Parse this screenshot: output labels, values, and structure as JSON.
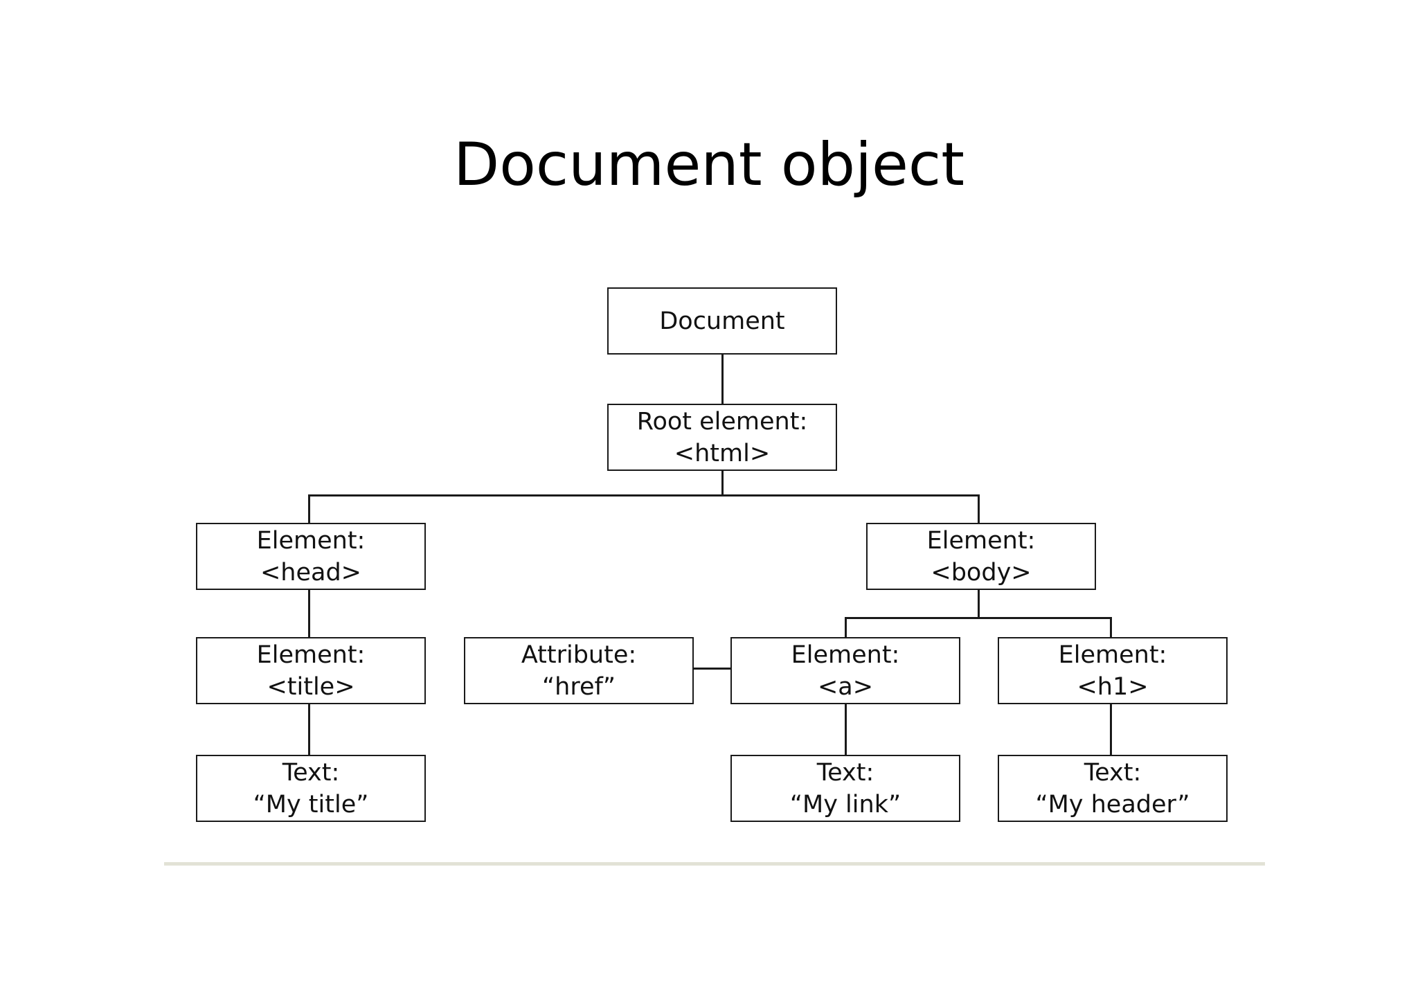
{
  "slide": {
    "title": "Document object"
  },
  "diagram": {
    "nodes": {
      "document": {
        "line1": "Document"
      },
      "root": {
        "line1": "Root element:",
        "line2": "<html>"
      },
      "head": {
        "line1": "Element:",
        "line2": "<head>"
      },
      "body": {
        "line1": "Element:",
        "line2": "<body>"
      },
      "title": {
        "line1": "Element:",
        "line2": "<title>"
      },
      "attribute": {
        "line1": "Attribute:",
        "line2": "“href”"
      },
      "a": {
        "line1": "Element:",
        "line2": "<a>"
      },
      "h1": {
        "line1": "Element:",
        "line2": "<h1>"
      },
      "text_title": {
        "line1": "Text:",
        "line2": "“My title”"
      },
      "text_link": {
        "line1": "Text:",
        "line2": "“My link”"
      },
      "text_header": {
        "line1": "Text:",
        "line2": "“My header”"
      }
    },
    "edges": [
      [
        "document",
        "root"
      ],
      [
        "root",
        "head"
      ],
      [
        "root",
        "body"
      ],
      [
        "head",
        "title"
      ],
      [
        "title",
        "text_title"
      ],
      [
        "body",
        "a"
      ],
      [
        "body",
        "h1"
      ],
      [
        "a",
        "attribute"
      ],
      [
        "a",
        "text_link"
      ],
      [
        "h1",
        "text_header"
      ]
    ]
  }
}
